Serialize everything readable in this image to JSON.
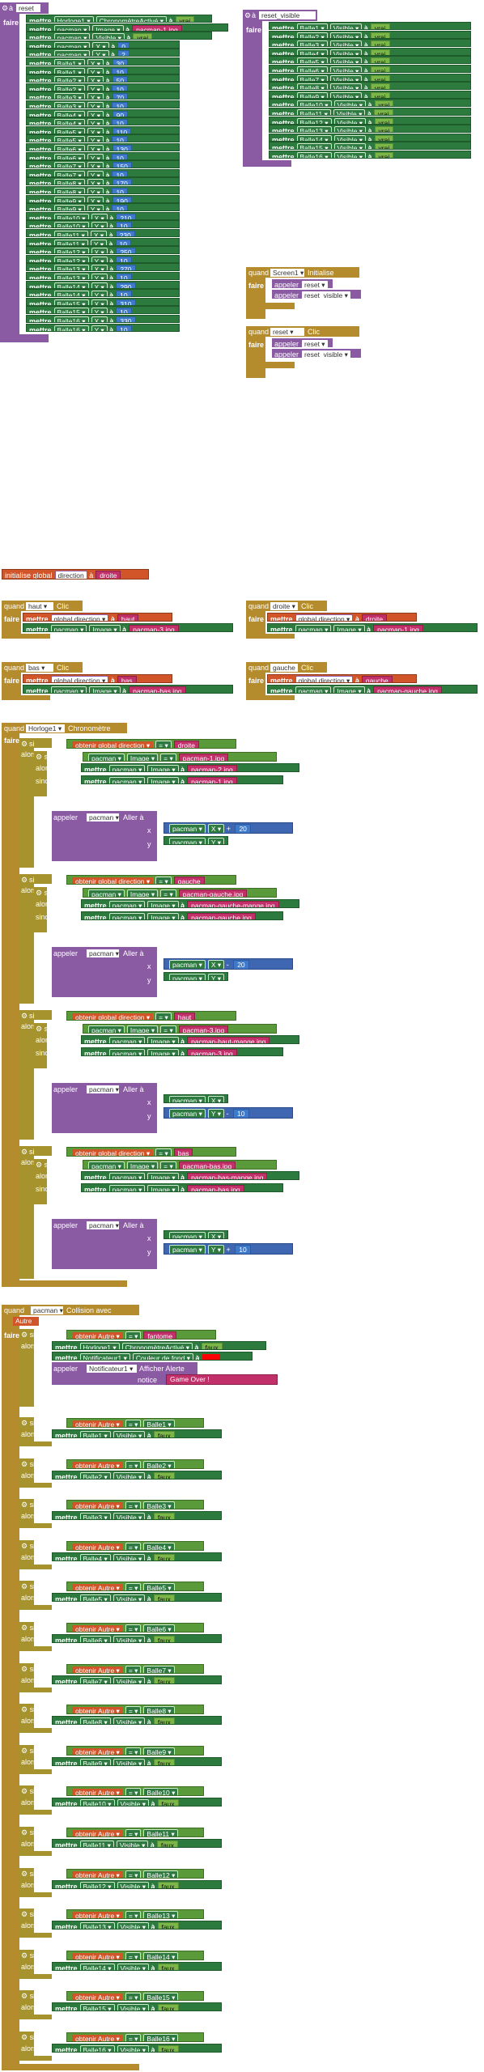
{
  "kw": {
    "a": "à",
    "faire": "faire",
    "mettre": "mettre",
    "quand": "quand",
    "appeler": "appeler",
    "si": "si",
    "alors": "alors",
    "sinon": "sinon",
    "obtenir": "obtenir",
    "aller": "Aller à",
    "x": "x",
    "y": "y",
    "initialize": "initialise global",
    "collision": "Collision avec",
    "chrono": "Chronomètre",
    "clic": "Clic",
    "init": "Initialise",
    "notice": "notice",
    "afficher": "Afficher Alerte",
    "couleur": "Couleur de fond"
  },
  "reset_proc": {
    "name": "reset",
    "rows": [
      {
        "obj": "Horloge1",
        "prop": "ChronomètreActivé",
        "val": "vrai",
        "t": "bool"
      },
      {
        "obj": "pacman",
        "prop": "Image",
        "val": "pacman-1.jpg",
        "t": "str"
      },
      {
        "obj": "pacman",
        "prop": "Visible",
        "val": "vrai",
        "t": "bool"
      },
      {
        "obj": "pacman",
        "prop": "X",
        "val": "0",
        "t": "num"
      },
      {
        "obj": "pacman",
        "prop": "Y",
        "val": "2",
        "t": "num"
      },
      {
        "obj": "Balle1",
        "prop": "X",
        "val": "30",
        "t": "num"
      },
      {
        "obj": "Balle1",
        "prop": "Y",
        "val": "10",
        "t": "num"
      },
      {
        "obj": "Balle2",
        "prop": "X",
        "val": "50",
        "t": "num"
      },
      {
        "obj": "Balle2",
        "prop": "Y",
        "val": "10",
        "t": "num"
      },
      {
        "obj": "Balle3",
        "prop": "X",
        "val": "70",
        "t": "num"
      },
      {
        "obj": "Balle3",
        "prop": "Y",
        "val": "10",
        "t": "num"
      },
      {
        "obj": "Balle4",
        "prop": "X",
        "val": "90",
        "t": "num"
      },
      {
        "obj": "Balle4",
        "prop": "Y",
        "val": "10",
        "t": "num"
      },
      {
        "obj": "Balle5",
        "prop": "X",
        "val": "110",
        "t": "num"
      },
      {
        "obj": "Balle5",
        "prop": "Y",
        "val": "10",
        "t": "num"
      },
      {
        "obj": "Balle6",
        "prop": "X",
        "val": "130",
        "t": "num"
      },
      {
        "obj": "Balle6",
        "prop": "Y",
        "val": "10",
        "t": "num"
      },
      {
        "obj": "Balle7",
        "prop": "X",
        "val": "150",
        "t": "num"
      },
      {
        "obj": "Balle7",
        "prop": "Y",
        "val": "10",
        "t": "num"
      },
      {
        "obj": "Balle8",
        "prop": "X",
        "val": "170",
        "t": "num"
      },
      {
        "obj": "Balle8",
        "prop": "Y",
        "val": "10",
        "t": "num"
      },
      {
        "obj": "Balle9",
        "prop": "X",
        "val": "190",
        "t": "num"
      },
      {
        "obj": "Balle9",
        "prop": "Y",
        "val": "10",
        "t": "num"
      },
      {
        "obj": "Balle10",
        "prop": "X",
        "val": "210",
        "t": "num"
      },
      {
        "obj": "Balle10",
        "prop": "Y",
        "val": "10",
        "t": "num"
      },
      {
        "obj": "Balle11",
        "prop": "X",
        "val": "230",
        "t": "num"
      },
      {
        "obj": "Balle11",
        "prop": "Y",
        "val": "10",
        "t": "num"
      },
      {
        "obj": "Balle12",
        "prop": "X",
        "val": "250",
        "t": "num"
      },
      {
        "obj": "Balle12",
        "prop": "Y",
        "val": "10",
        "t": "num"
      },
      {
        "obj": "Balle13",
        "prop": "X",
        "val": "270",
        "t": "num"
      },
      {
        "obj": "Balle13",
        "prop": "Y",
        "val": "10",
        "t": "num"
      },
      {
        "obj": "Balle14",
        "prop": "X",
        "val": "290",
        "t": "num"
      },
      {
        "obj": "Balle14",
        "prop": "Y",
        "val": "10",
        "t": "num"
      },
      {
        "obj": "Balle15",
        "prop": "X",
        "val": "310",
        "t": "num"
      },
      {
        "obj": "Balle15",
        "prop": "Y",
        "val": "10",
        "t": "num"
      },
      {
        "obj": "Balle16",
        "prop": "X",
        "val": "330",
        "t": "num"
      },
      {
        "obj": "Balle16",
        "prop": "Y",
        "val": "10",
        "t": "num"
      }
    ]
  },
  "reset_visible_proc": {
    "name": "reset_visible",
    "rows": [
      {
        "obj": "Balle1",
        "prop": "Visible",
        "val": "vrai"
      },
      {
        "obj": "Balle2",
        "prop": "Visible",
        "val": "vrai"
      },
      {
        "obj": "Balle3",
        "prop": "Visible",
        "val": "vrai"
      },
      {
        "obj": "Balle4",
        "prop": "Visible",
        "val": "vrai"
      },
      {
        "obj": "Balle5",
        "prop": "Visible",
        "val": "vrai"
      },
      {
        "obj": "Balle6",
        "prop": "Visible",
        "val": "vrai"
      },
      {
        "obj": "Balle7",
        "prop": "Visible",
        "val": "vrai"
      },
      {
        "obj": "Balle8",
        "prop": "Visible",
        "val": "vrai"
      },
      {
        "obj": "Balle9",
        "prop": "Visible",
        "val": "vrai"
      },
      {
        "obj": "Balle10",
        "prop": "Visible",
        "val": "vrai"
      },
      {
        "obj": "Balle11",
        "prop": "Visible",
        "val": "vrai"
      },
      {
        "obj": "Balle12",
        "prop": "Visible",
        "val": "vrai"
      },
      {
        "obj": "Balle13",
        "prop": "Visible",
        "val": "vrai"
      },
      {
        "obj": "Balle14",
        "prop": "Visible",
        "val": "vrai"
      },
      {
        "obj": "Balle15",
        "prop": "Visible",
        "val": "vrai"
      },
      {
        "obj": "Balle16",
        "prop": "Visible",
        "val": "vrai"
      }
    ]
  },
  "screen_init": {
    "comp": "Screen1",
    "event": "Initialise",
    "calls": [
      "reset",
      "reset_visible"
    ]
  },
  "reset_click": {
    "comp": "reset",
    "event": "Clic",
    "calls": [
      "reset",
      "reset_visible"
    ]
  },
  "global_var": {
    "name": "direction",
    "value": "droite"
  },
  "dir_buttons": [
    {
      "comp": "haut",
      "dir": "haut",
      "img": "pacman-3.jpg"
    },
    {
      "comp": "droite",
      "dir": "droite",
      "img": "pacman-1.jpg"
    },
    {
      "comp": "bas",
      "dir": "bas",
      "img": "pacman-bas.jpg"
    },
    {
      "comp": "gauche",
      "dir": "gauche",
      "img": "pacman-gauche.jpg"
    }
  ],
  "clock": {
    "comp": "Horloge1",
    "event": "Chronomètre",
    "var": "global direction",
    "branches": [
      {
        "dir": "droite",
        "img_test": "pacman-1.jpg",
        "img_then": "pacman-2.jpg",
        "img_else": "pacman-1.jpg",
        "moveX": "+",
        "moveY": "",
        "delta": "20"
      },
      {
        "dir": "gauche",
        "img_test": "pacman-gauche.jpg",
        "img_then": "pacman-gauche-mange.jpg",
        "img_else": "pacman-gauche.jpg",
        "moveX": "-",
        "moveY": "",
        "delta": "20"
      },
      {
        "dir": "haut",
        "img_test": "pacman-3.jpg",
        "img_then": "pacman-haut-mange.jpg",
        "img_else": "pacman-3.jpg",
        "moveX": "",
        "moveY": "-",
        "delta": "10"
      },
      {
        "dir": "bas",
        "img_test": "pacman-bas.jpg",
        "img_then": "pacman-bas-mange.jpg",
        "img_else": "pacman-bas.jpg",
        "moveX": "",
        "moveY": "+",
        "delta": "10"
      }
    ]
  },
  "collision": {
    "comp": "pacman",
    "param": "Autre",
    "ghost": "fantome",
    "clock_prop": "ChronomètreActivé",
    "clock_val": "faux",
    "notifier": "Notificateur1",
    "notice": "Game Over !",
    "color_swatch": "#ff0000",
    "balls": [
      "Balle1",
      "Balle2",
      "Balle3",
      "Balle4",
      "Balle5",
      "Balle6",
      "Balle7",
      "Balle8",
      "Balle9",
      "Balle10",
      "Balle11",
      "Balle12",
      "Balle13",
      "Balle14",
      "Balle15",
      "Balle16"
    ],
    "visible_prop": "Visible",
    "false_val": "faux"
  },
  "colors": {
    "procedure": "#8a5aa3",
    "event": "#b48c2e",
    "setter": "#2c7a3d",
    "number": "#3f79c9",
    "boolean": "#7ab648",
    "string": "#c2306a",
    "getter": "#d2552a",
    "compare": "#5a9a3a"
  }
}
